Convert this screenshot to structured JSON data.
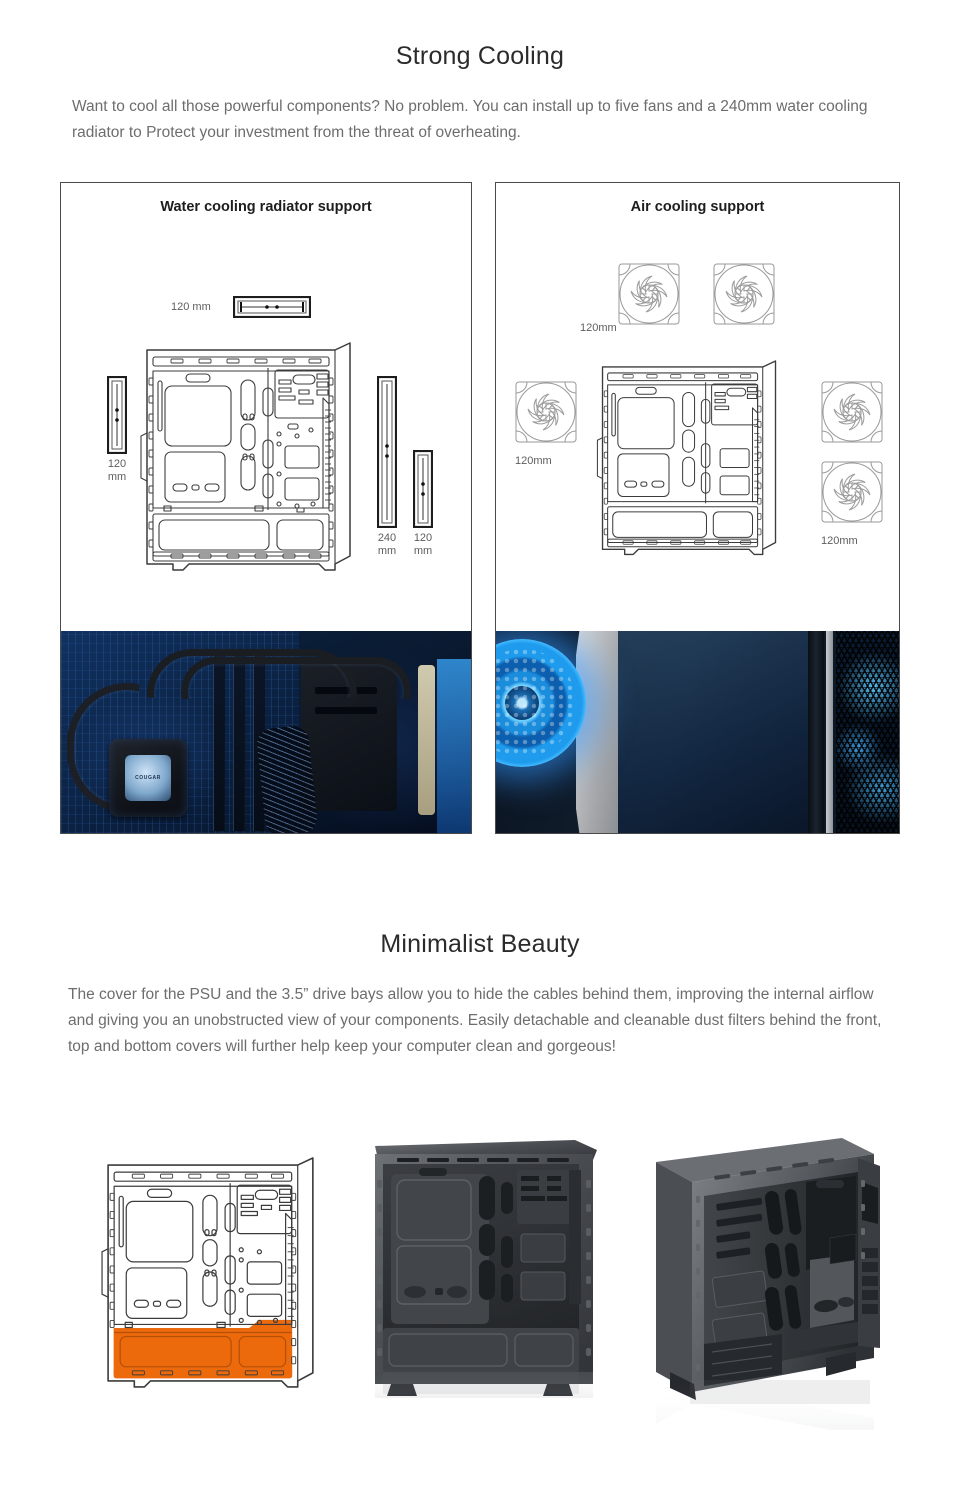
{
  "sections": [
    {
      "id": "strong-cooling",
      "title": "Strong Cooling",
      "paragraph": "Want to cool all those powerful components? No problem. You can install up to five fans and a 240mm water cooling radiator to Protect your investment from the threat of overheating."
    },
    {
      "id": "minimalist-beauty",
      "title": "Minimalist Beauty",
      "paragraph": "The cover for the PSU and the 3.5” drive bays allow you to hide the cables behind them, improving the internal airflow and giving you an unobstructed view of your components. Easily detachable and cleanable dust filters behind the front, top and bottom covers will further help keep your computer clean and gorgeous!"
    }
  ],
  "panels": {
    "water": {
      "title": "Water cooling radiator support",
      "labels": {
        "top": "120 mm",
        "left": "120\nmm",
        "right_tall": "240\nmm",
        "right_short": "120\nmm"
      },
      "photo_caption": "COUGAR AIO liquid cooler installed on motherboard with blue lighting"
    },
    "air": {
      "title": "Air cooling support",
      "labels": {
        "top": "120mm",
        "left": "120mm",
        "right_bottom": "120mm"
      },
      "photo_caption": "Blue LED case fan behind honeycomb mesh front panel"
    }
  },
  "gallery": {
    "items": [
      {
        "name": "psu-cover-diagram",
        "caption": "Line drawing of case interior with PSU and drive-bay cover highlighted"
      },
      {
        "name": "case-interior-photo",
        "caption": "Black case interior, side view"
      },
      {
        "name": "case-rear-angle-photo",
        "caption": "Black case rear three-quarter view"
      }
    ]
  },
  "colors": {
    "heading": "#2b2b2b",
    "body_text": "#6d6d6d",
    "panel_border": "#4a4a4a",
    "highlight_orange": "#ed6a0c",
    "diagram_line": "#3c3c3c",
    "led_blue": "#2f9bff"
  }
}
